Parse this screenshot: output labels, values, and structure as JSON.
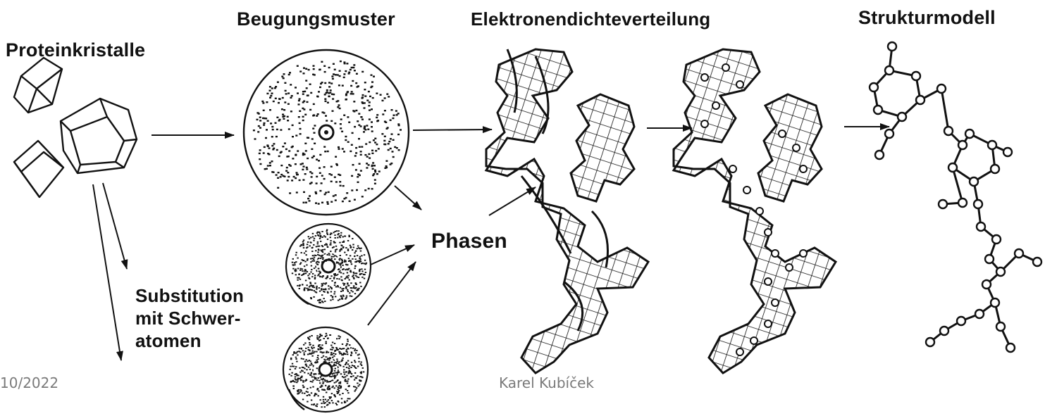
{
  "labels": {
    "crystals": "Proteinkristalle",
    "diffraction": "Beugungsmuster",
    "density": "Elektronendichteverteilung",
    "model": "Strukturmodell",
    "phases": "Phasen",
    "substitution": [
      "Substitution",
      "mit Schwer-",
      "atomen"
    ]
  },
  "footer": {
    "date": "10/2022",
    "author": "Karel Kubíček"
  }
}
